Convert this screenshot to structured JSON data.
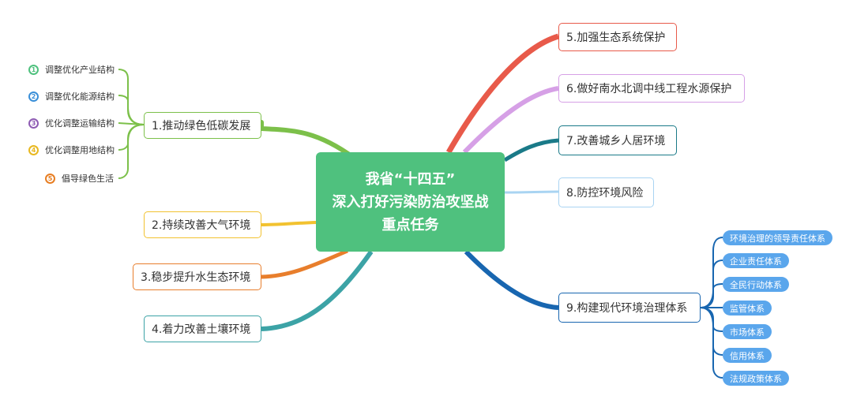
{
  "center": {
    "line1": "我省“十四五”",
    "line2": "深入打好污染防治攻坚战",
    "line3": "重点任务"
  },
  "branches": [
    {
      "label": "1.推动绿色低碳发展",
      "color": "#7cc04a",
      "children": [
        {
          "marker": "1",
          "label": "调整优化产业结构",
          "color": "#4fc17e"
        },
        {
          "marker": "2",
          "label": "调整优化能源结构",
          "color": "#3a8fd8"
        },
        {
          "marker": "3",
          "label": "优化调整运输结构",
          "color": "#8e5bb3"
        },
        {
          "marker": "4",
          "label": "优化调整用地结构",
          "color": "#e8b820"
        },
        {
          "marker": "5",
          "label": "倡导绿色生活",
          "color": "#e77e23"
        }
      ]
    },
    {
      "label": "2.持续改善大气环境",
      "color": "#f2c230"
    },
    {
      "label": "3.稳步提升水生态环境",
      "color": "#e87e2c"
    },
    {
      "label": "4.着力改善土壤环境",
      "color": "#3ca3a6"
    },
    {
      "label": "5.加强生态系统保护",
      "color": "#e85a4a"
    },
    {
      "label": "6.做好南水北调中线工程水源保护",
      "color": "#d6a0e6"
    },
    {
      "label": "7.改善城乡人居环境",
      "color": "#1a7a88"
    },
    {
      "label": "8.防控环境风险",
      "color": "#a9d4f2"
    },
    {
      "label": "9.构建现代环境治理体系",
      "color": "#1866b0",
      "children": [
        {
          "label": "环境治理的领导责任体系"
        },
        {
          "label": "企业责任体系"
        },
        {
          "label": "全民行动体系"
        },
        {
          "label": "监管体系"
        },
        {
          "label": "市场体系"
        },
        {
          "label": "信用体系"
        },
        {
          "label": "法规政策体系"
        }
      ]
    }
  ]
}
